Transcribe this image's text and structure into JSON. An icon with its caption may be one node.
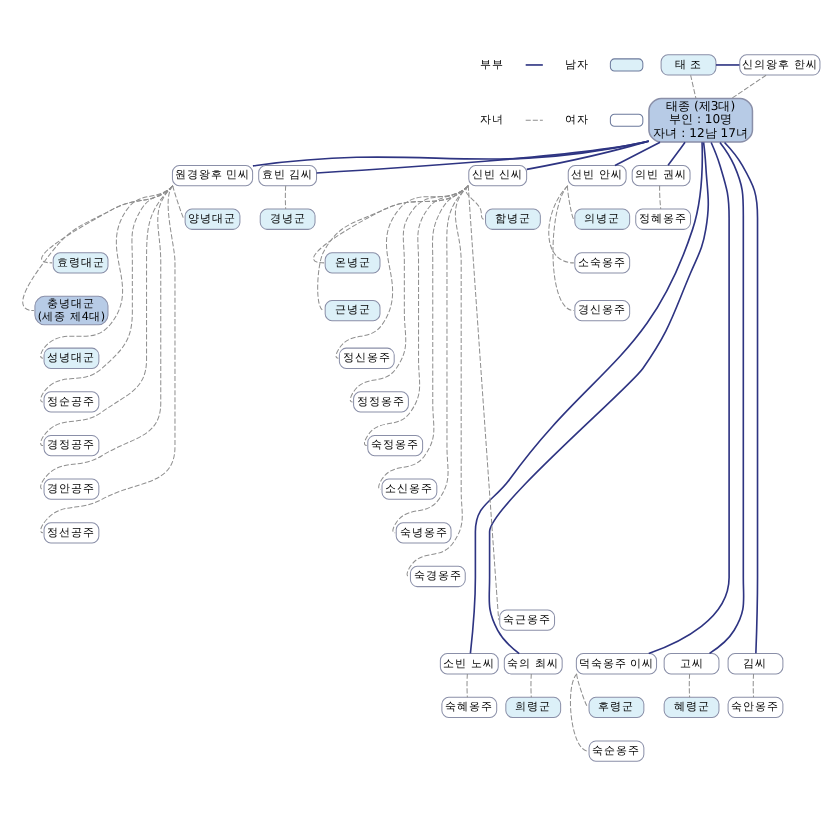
{
  "diagram": {
    "nodes": [
      {
        "text": [
          "태 조"
        ]
      },
      {
        "text": [
          "신의왕후 한씨"
        ]
      },
      {
        "text": [
          "태종 (제3대)",
          "부인 : 10명",
          "자녀 : 12남 17녀"
        ]
      },
      {
        "text": [
          "원경왕후 민씨"
        ]
      },
      {
        "text": [
          "양녕대군"
        ]
      },
      {
        "text": [
          "효령대군"
        ]
      },
      {
        "text": [
          "충녕대군",
          "(세종 제4대)"
        ]
      },
      {
        "text": [
          "성녕대군"
        ]
      },
      {
        "text": [
          "정순공주"
        ]
      },
      {
        "text": [
          "경정공주"
        ]
      },
      {
        "text": [
          "경안공주"
        ]
      },
      {
        "text": [
          "정선공주"
        ]
      },
      {
        "text": [
          "효빈 김씨"
        ]
      },
      {
        "text": [
          "경녕군"
        ]
      },
      {
        "text": [
          "신빈 신씨"
        ]
      },
      {
        "text": [
          "함녕군"
        ]
      },
      {
        "text": [
          "온녕군"
        ]
      },
      {
        "text": [
          "근녕군"
        ]
      },
      {
        "text": [
          "정신옹주"
        ]
      },
      {
        "text": [
          "정정옹주"
        ]
      },
      {
        "text": [
          "숙정옹주"
        ]
      },
      {
        "text": [
          "소신옹주"
        ]
      },
      {
        "text": [
          "숙녕옹주"
        ]
      },
      {
        "text": [
          "숙경옹주"
        ]
      },
      {
        "text": [
          "숙근옹주"
        ]
      },
      {
        "text": [
          "선빈 안씨"
        ]
      },
      {
        "text": [
          "의녕군"
        ]
      },
      {
        "text": [
          "소숙옹주"
        ]
      },
      {
        "text": [
          "경신옹주"
        ]
      },
      {
        "text": [
          "의빈 권씨"
        ]
      },
      {
        "text": [
          "정혜옹주"
        ]
      },
      {
        "text": [
          "소빈 노씨"
        ]
      },
      {
        "text": [
          "숙혜옹주"
        ]
      },
      {
        "text": [
          "숙의 최씨"
        ]
      },
      {
        "text": [
          "희령군"
        ]
      },
      {
        "text": [
          "덕숙옹주 이씨"
        ]
      },
      {
        "text": [
          "후령군"
        ]
      },
      {
        "text": [
          "숙순옹주"
        ]
      },
      {
        "text": [
          "고씨"
        ]
      },
      {
        "text": [
          "혜령군"
        ]
      },
      {
        "text": [
          "김씨"
        ]
      },
      {
        "text": [
          "숙안옹주"
        ]
      }
    ],
    "edges": [
      {
        "from": 0,
        "to": 1,
        "arrow": "none",
        "color": "#2e3482"
      },
      {
        "from": 0,
        "to": 2,
        "arrow": "none",
        "style": "dashed"
      },
      {
        "from": 1,
        "to": 2,
        "arrow": "none",
        "style": "dashed"
      },
      {
        "from": 2,
        "to": 3,
        "arrow": "none",
        "color": "#2e3482"
      },
      {
        "from": 3,
        "to": 4,
        "arrow": "none",
        "style": "dashed"
      },
      {
        "from": 3,
        "to": 5,
        "arrow": "none",
        "style": "dashed"
      },
      {
        "from": 3,
        "to": 6,
        "arrow": "none",
        "style": "dashed"
      },
      {
        "from": 3,
        "to": 7,
        "arrow": "none",
        "style": "dashed"
      },
      {
        "from": 3,
        "to": 8,
        "arrow": "none",
        "style": "dashed"
      },
      {
        "from": 3,
        "to": 9,
        "arrow": "none",
        "style": "dashed"
      },
      {
        "from": 3,
        "to": 10,
        "arrow": "none",
        "style": "dashed"
      },
      {
        "from": 3,
        "to": 11,
        "arrow": "none",
        "style": "dashed"
      },
      {
        "from": 2,
        "to": 12,
        "arrow": "none",
        "color": "#2e3482"
      },
      {
        "from": 12,
        "to": 13,
        "arrow": "none",
        "style": "dashed"
      },
      {
        "from": 2,
        "to": 14,
        "arrow": "none",
        "color": "#2e3482"
      },
      {
        "from": 14,
        "to": 15,
        "arrow": "none",
        "style": "dashed"
      },
      {
        "from": 14,
        "to": 16,
        "arrow": "none",
        "style": "dashed"
      },
      {
        "from": 14,
        "to": 17,
        "arrow": "none",
        "style": "dashed"
      },
      {
        "from": 14,
        "to": 18,
        "arrow": "none",
        "style": "dashed"
      },
      {
        "from": 14,
        "to": 19,
        "arrow": "none",
        "style": "dashed"
      },
      {
        "from": 14,
        "to": 20,
        "arrow": "none",
        "style": "dashed"
      },
      {
        "from": 14,
        "to": 21,
        "arrow": "none",
        "style": "dashed"
      },
      {
        "from": 14,
        "to": 22,
        "arrow": "none",
        "style": "dashed"
      },
      {
        "from": 14,
        "to": 23,
        "arrow": "none",
        "style": "dashed"
      },
      {
        "from": 14,
        "to": 24,
        "arrow": "none",
        "style": "dashed"
      },
      {
        "from": 2,
        "to": 25,
        "arrow": "none",
        "color": "#2e3482"
      },
      {
        "from": 25,
        "to": 26,
        "arrow": "none",
        "style": "dashed"
      },
      {
        "from": 25,
        "to": 27,
        "arrow": "none",
        "style": "dashed"
      },
      {
        "from": 25,
        "to": 28,
        "arrow": "none",
        "style": "dashed"
      },
      {
        "from": 2,
        "to": 29,
        "arrow": "none",
        "color": "#2e3482"
      },
      {
        "from": 29,
        "to": 30,
        "arrow": "none",
        "style": "dashed"
      },
      {
        "from": 2,
        "to": 31,
        "arrow": "none",
        "color": "#2e3482"
      },
      {
        "from": 31,
        "to": 32,
        "arrow": "none",
        "style": "dashed"
      },
      {
        "from": 2,
        "to": 33,
        "arrow": "none",
        "color": "#2e3482"
      },
      {
        "from": 33,
        "to": 34,
        "arrow": "none",
        "style": "dashed"
      },
      {
        "from": 2,
        "to": 35,
        "arrow": "none",
        "color": "#2e3482"
      },
      {
        "from": 35,
        "to": 36,
        "arrow": "none",
        "style": "dashed"
      },
      {
        "from": 35,
        "to": 37,
        "arrow": "none",
        "style": "dashed"
      },
      {
        "from": 2,
        "to": 38,
        "arrow": "none",
        "color": "#2e3482"
      },
      {
        "from": 38,
        "to": 39,
        "arrow": "none",
        "style": "dashed"
      },
      {
        "from": 2,
        "to": 40,
        "arrow": "none",
        "color": "#2e3482"
      },
      {
        "from": 40,
        "to": 41,
        "arrow": "none",
        "style": "dashed"
      }
    ],
    "legend": [
      {
        "text": "부부"
      },
      {
        "text": "자녀"
      },
      {
        "text": "남자",
        "color": "#dcf0f8"
      },
      {
        "text": "여자",
        "color": "#ffffff"
      }
    ]
  }
}
